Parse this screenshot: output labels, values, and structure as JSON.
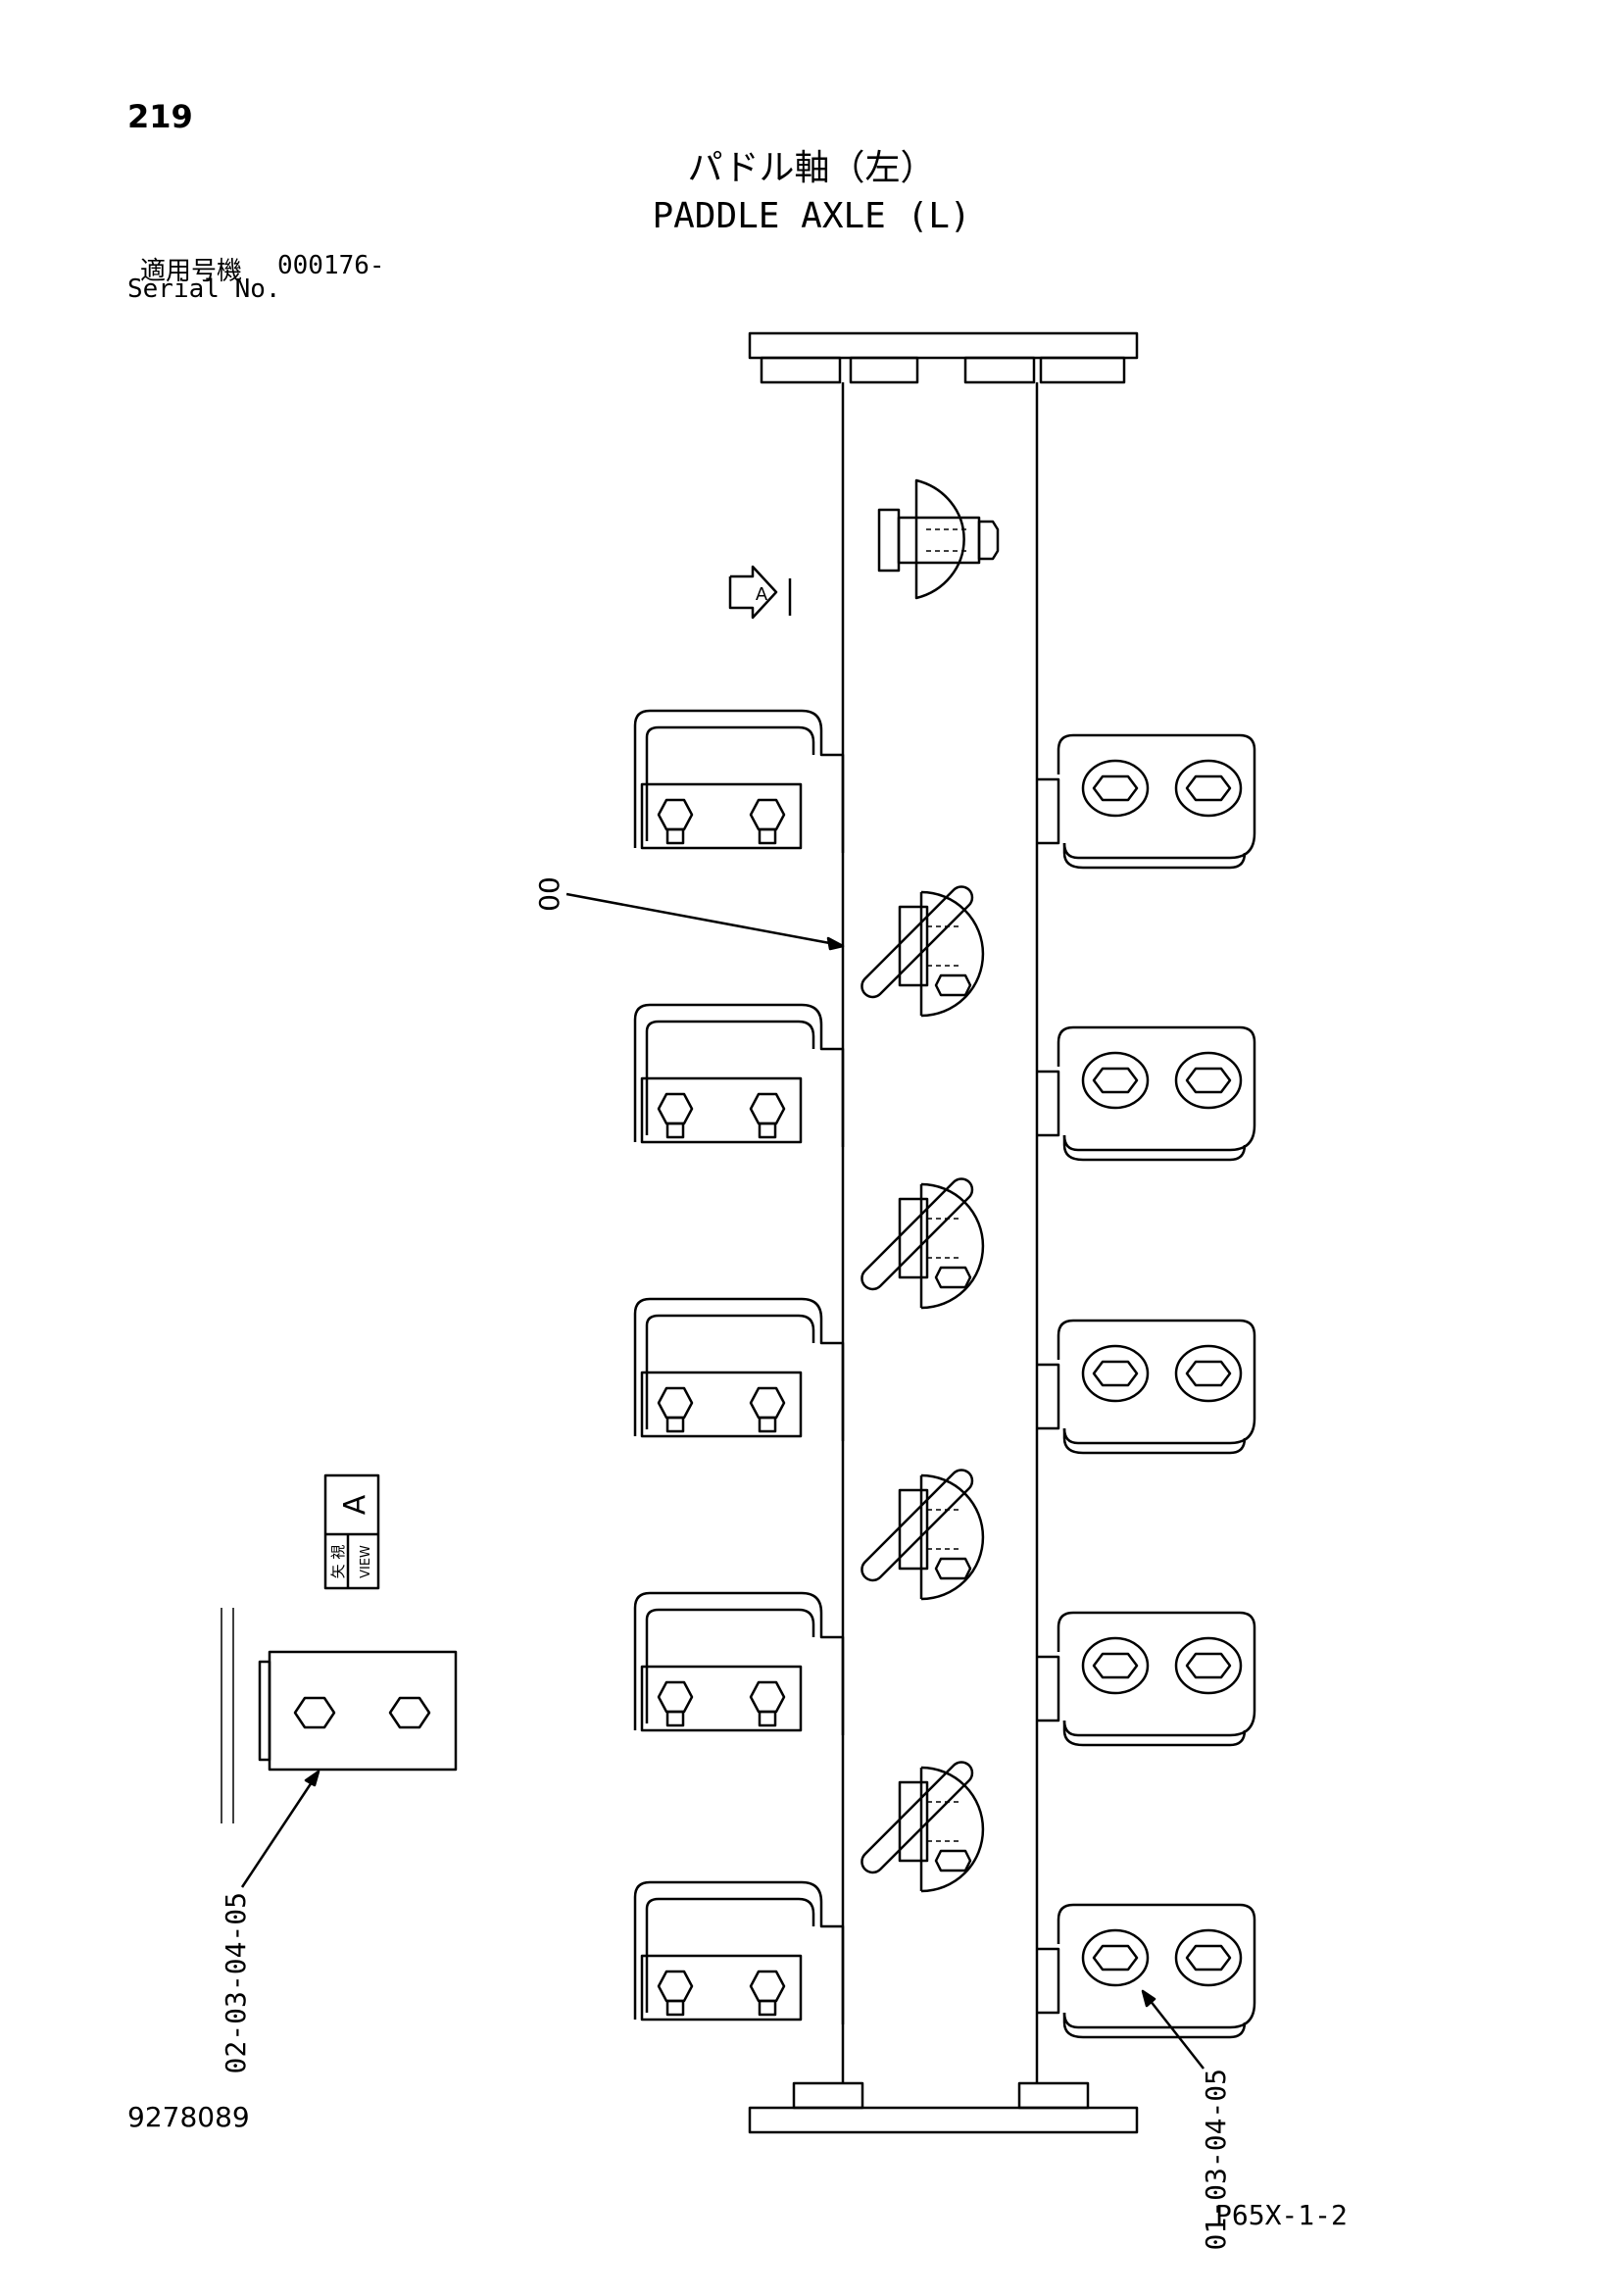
{
  "header": {
    "page_number": "219",
    "title_jp": "パドル軸（左）",
    "title_en": "PADDLE AXLE (L)",
    "serial_label_jp": "適用号機",
    "serial_value": "000176-",
    "serial_label_en": "Serial No."
  },
  "callouts": {
    "main_part": "00",
    "left_detail": "02-03-04-05",
    "right_detail": "01-03-04-05"
  },
  "view": {
    "arrow_letter": "A",
    "box_letter": "A",
    "box_jp": "矢 視",
    "box_en": "VIEW"
  },
  "footer": {
    "drawing_number": "9278089",
    "sheet_ref": "P65X-1-2"
  }
}
